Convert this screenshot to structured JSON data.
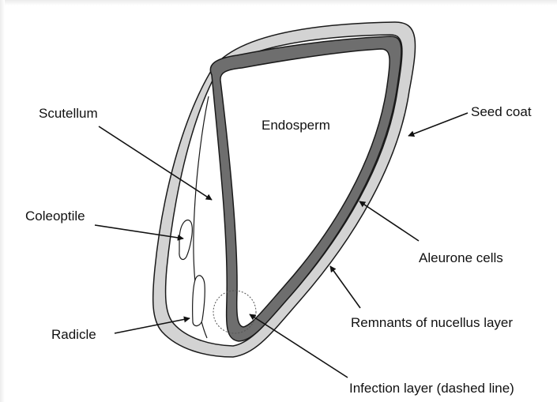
{
  "labels": {
    "scutellum": "Scutellum",
    "endosperm": "Endosperm",
    "seed_coat": "Seed coat",
    "coleoptile": "Coleoptile",
    "aleurone": "Aleurone cells",
    "radicle": "Radicle",
    "nucellus": "Remnants of nucellus layer",
    "infection": "Infection layer (dashed line)"
  },
  "colors": {
    "seed_coat": "#d3d3d3",
    "aleurone": "#6e6e6e",
    "outline": "#1a1a1a",
    "text": "#111111"
  }
}
